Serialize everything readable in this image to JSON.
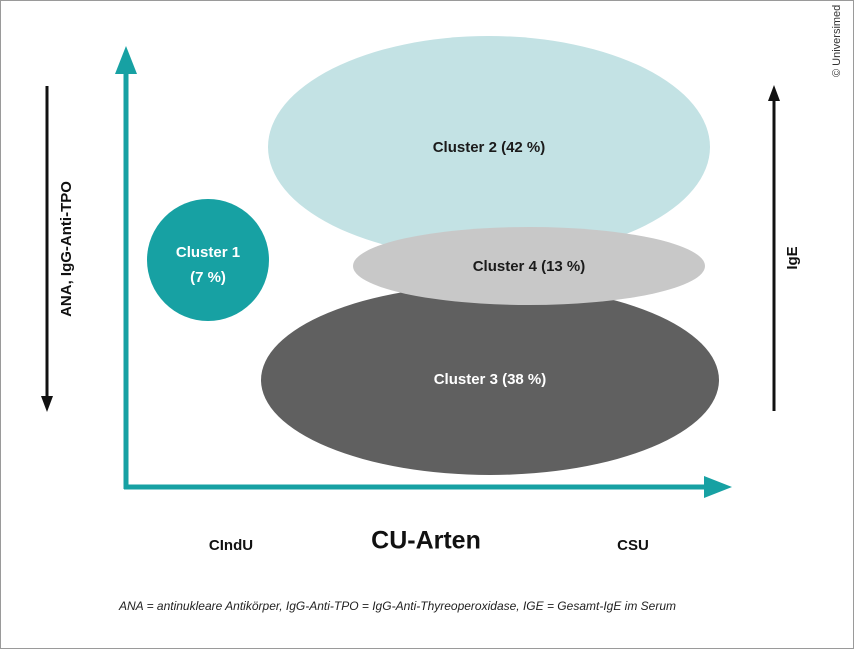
{
  "colors": {
    "teal": "#17a1a3",
    "light_teal": "#c3e2e4",
    "light_gray": "#c8c8c8",
    "dark_gray": "#606060",
    "black": "#111111"
  },
  "clusters": [
    {
      "label": "Cluster 1",
      "pct": "(7 %)"
    },
    {
      "label": "Cluster 2 (42 %)"
    },
    {
      "label": "Cluster 4 (13 %)"
    },
    {
      "label": "Cluster 3 (38 %)"
    }
  ],
  "axes": {
    "x_title": "CU-Arten",
    "x_left": "CIndU",
    "x_right": "CSU",
    "left_label": "ANA, IgG-Anti-TPO",
    "right_label": "IgE"
  },
  "footnote": "ANA = antinukleare Antikörper, IgG-Anti-TPO = IgG-Anti-Thyreoperoxidase, IGE = Gesamt-IgE im Serum",
  "copyright": "© Universimed"
}
